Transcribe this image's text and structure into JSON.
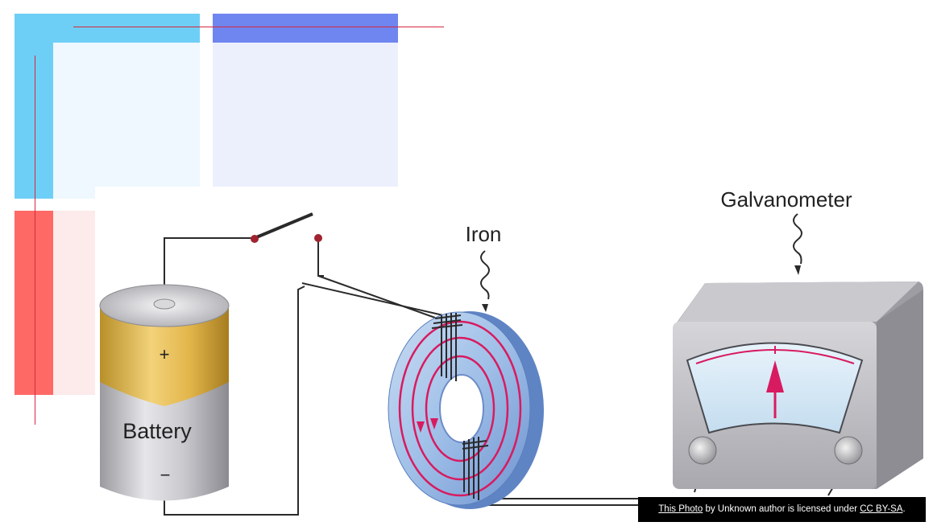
{
  "diagram": {
    "battery_label": "Battery",
    "plus_sign": "+",
    "minus_sign": "−",
    "iron_label": "Iron",
    "galvanometer_label": "Galvanometer"
  },
  "attribution": {
    "photo_link": "This Photo",
    "middle_text": " by Unknown author is licensed under ",
    "license_link": "CC BY-SA",
    "end_text": "."
  },
  "colors": {
    "accent_blue": "#6ecff6",
    "accent_indigo": "#6f86f0",
    "accent_red": "#fe6966",
    "accent_line": "#d7263d",
    "field_lines": "#d81b60"
  }
}
